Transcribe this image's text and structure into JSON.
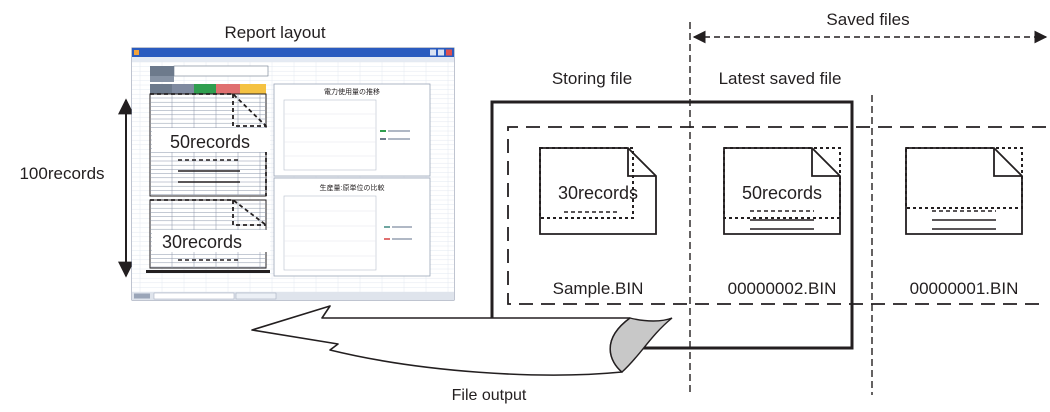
{
  "labels": {
    "report_layout": "Report layout",
    "saved_files": "Saved files",
    "storing_file": "Storing file",
    "latest_saved_file": "Latest  saved file",
    "hundred_records": "100records",
    "file_output": "File output"
  },
  "sheet": {
    "upper_block": "50records",
    "lower_block": "30records",
    "chart1_title": "電力使用量の推移",
    "chart2_title": "生産量:原単位の比較"
  },
  "files": [
    {
      "records": "30records",
      "name": "Sample.BIN"
    },
    {
      "records": "50records",
      "name": "00000002.BIN"
    },
    {
      "records": "",
      "name": "00000001.BIN"
    }
  ],
  "colors": {
    "ink": "#231f20",
    "excel_titlebar": "#2a5bbf",
    "excel_grid": "#c9d3e2",
    "cell_green": "#2f9e4f",
    "cell_red": "#e07070",
    "cell_yellow": "#f5c242",
    "cell_teal": "#6fa6a0",
    "arrow_shade": "#c8c8c8"
  }
}
